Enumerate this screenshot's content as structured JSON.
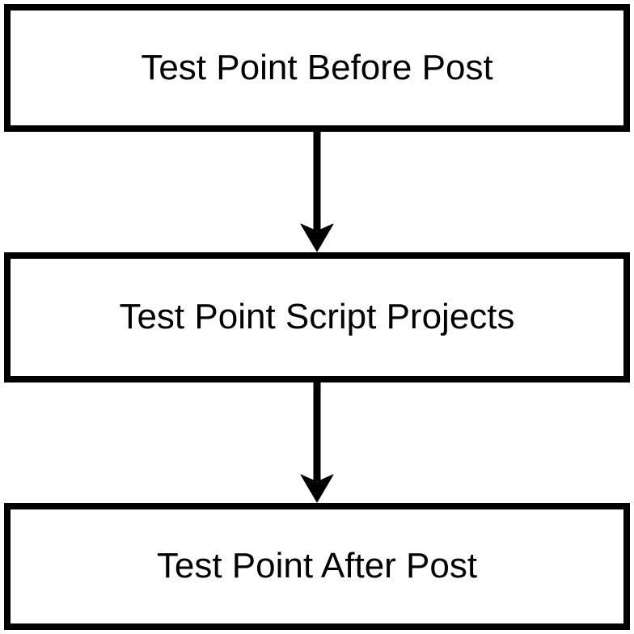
{
  "diagram": {
    "type": "flowchart",
    "direction": "top-down",
    "nodes": [
      {
        "id": "node-test-point-before-post",
        "label": "Test Point Before Post"
      },
      {
        "id": "node-test-point-script-projects",
        "label": "Test Point Script Projects"
      },
      {
        "id": "node-test-point-after-post",
        "label": "Test Point After Post"
      }
    ],
    "edges": [
      {
        "from": "Test Point Before Post",
        "to": "Test Point Script Projects",
        "style": "arrow-down"
      },
      {
        "from": "Test Point Script Projects",
        "to": "Test Point After Post",
        "style": "arrow-down"
      }
    ],
    "colors": {
      "node_fill": "#ffffff",
      "node_border": "#000000",
      "text": "#000000",
      "arrow": "#000000",
      "background": "#ffffff"
    }
  }
}
